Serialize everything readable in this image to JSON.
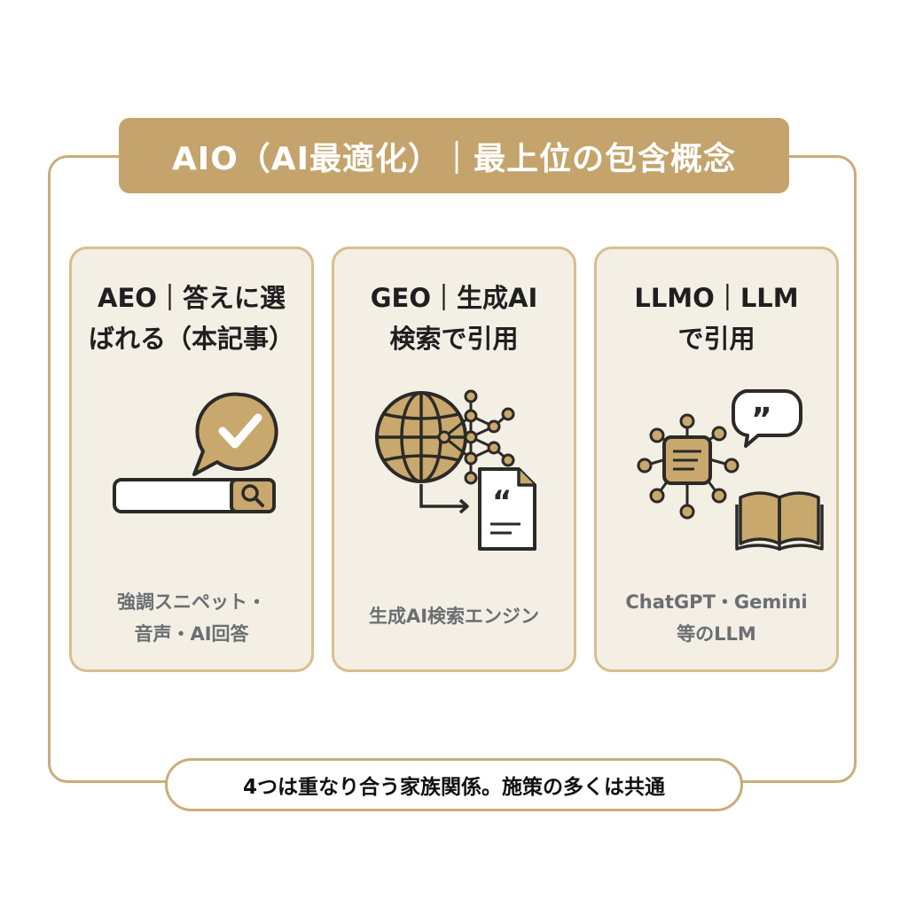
{
  "title": "AIO（AI最適化）｜最上位の包含概念",
  "cards": [
    {
      "heading_line1": "AEO｜答えに選",
      "heading_line2": "ばれる（本記事）",
      "caption_line1": "強調スニペット・",
      "caption_line2": "音声・AI回答",
      "icon": "search-answer-icon"
    },
    {
      "heading_line1": "GEO｜生成AI",
      "heading_line2": "検索で引用",
      "caption_line1": "生成AI検索エンジン",
      "icon": "globe-network-document-icon"
    },
    {
      "heading_line1": "LLMO｜LLM",
      "heading_line2": "で引用",
      "caption_line1": "ChatGPT・Gemini",
      "caption_line2": "等のLLM",
      "icon": "llm-network-book-icon"
    }
  ],
  "footer": "4つは重なり合う家族関係。施策の多くは共通",
  "colors": {
    "accent": "#c4a46c",
    "frame": "#c9ad7c",
    "card_bg": "#f3efe4",
    "icon_fill": "#c9a86e",
    "icon_stroke": "#2b2a27"
  }
}
